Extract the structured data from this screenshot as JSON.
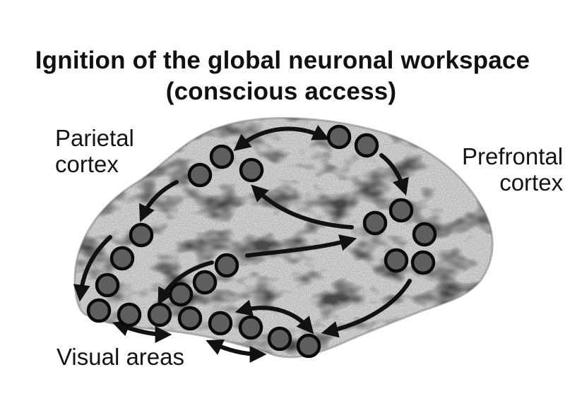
{
  "title": {
    "line1": "Ignition of the global neuronal workspace",
    "line2": "(conscious access)"
  },
  "regions": {
    "parietal": [
      "Parietal",
      "cortex"
    ],
    "prefrontal": [
      "Prefrontal",
      "cortex"
    ],
    "visual": "Visual areas"
  },
  "colors": {
    "node_fill": "#5e5e5e",
    "node_stroke": "#0a0a0a",
    "brain_fill": "#d2d2d2",
    "arrow": "#111111"
  }
}
